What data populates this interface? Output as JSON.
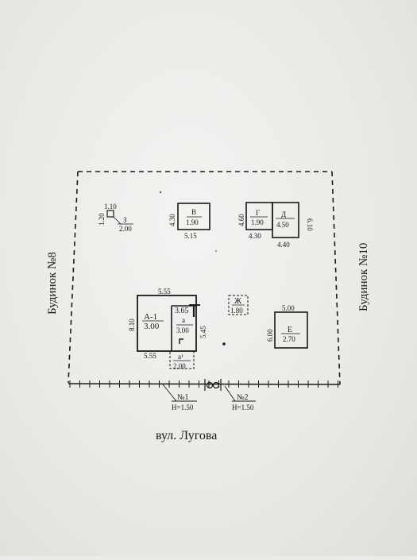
{
  "plan": {
    "street": "вул. Лугова",
    "neighbor_left": "Будинок №8",
    "neighbor_right": "Будинок №10",
    "gates": [
      {
        "label": "№1",
        "height": "Н=1.50"
      },
      {
        "label": "№2",
        "height": "Н=1.50"
      }
    ],
    "building_z": {
      "label": "З",
      "w": "1.10",
      "d": "1.20",
      "h": "2.00"
    },
    "building_v": {
      "label": "В",
      "h": "1.90",
      "side": "4.30",
      "bottom": "5.15"
    },
    "building_g": {
      "label": "Г",
      "h": "1.90",
      "side": "4.60",
      "bottom": "4.30"
    },
    "building_d": {
      "label": "Д",
      "h": "4.50",
      "side": "6.10",
      "bottom": "4.40"
    },
    "building_a1": {
      "label": "А-1",
      "h": "3.00",
      "top": "5.55",
      "side": "8.10",
      "bottom": "5.55"
    },
    "building_a": {
      "label": "а",
      "h": "3.00",
      "top": "3.65",
      "side": "5.45"
    },
    "building_a1_porch": {
      "label": "а¹",
      "h": "2.00"
    },
    "building_zh": {
      "label": "Ж",
      "h": "1.80"
    },
    "building_e": {
      "label": "Е",
      "h": "2.70",
      "top": "5.00",
      "side": "6.00"
    }
  }
}
